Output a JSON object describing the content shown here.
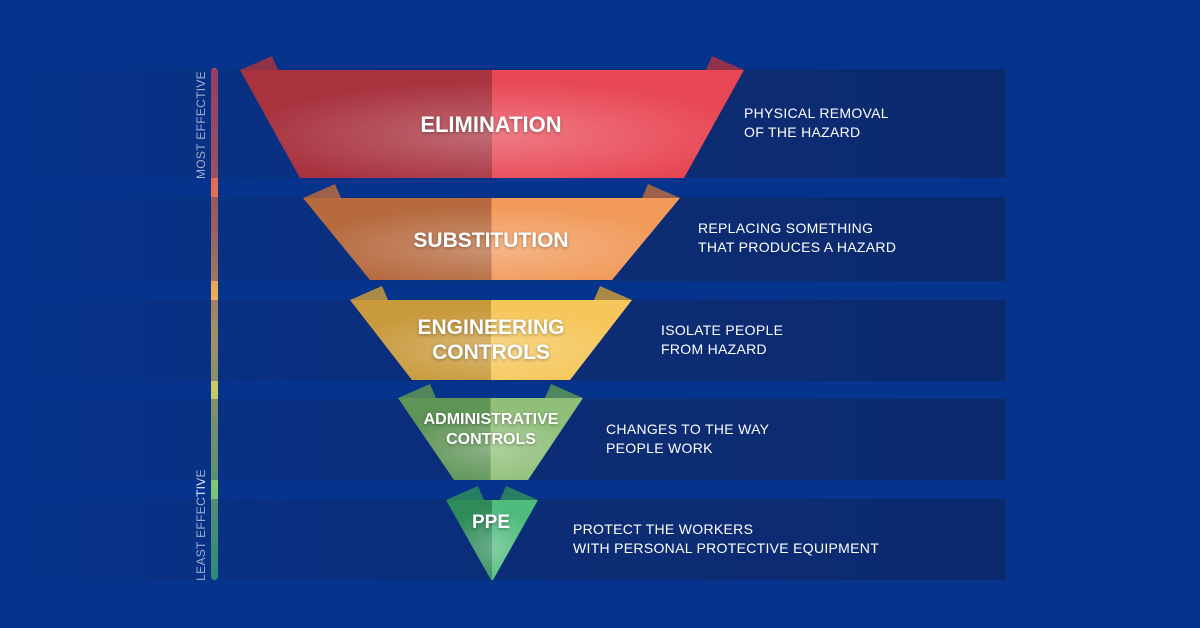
{
  "scale": {
    "top_label": "MOST EFFECTIVE",
    "bottom_label": "LEAST EFFECTIVE"
  },
  "levels": [
    {
      "title_lines": [
        "ELIMINATION"
      ],
      "desc_lines": [
        "PHYSICAL REMOVAL",
        "OF THE HAZARD"
      ],
      "color": "#e84855",
      "dark": "#a8323e"
    },
    {
      "title_lines": [
        "SUBSTITUTION"
      ],
      "desc_lines": [
        "REPLACING SOMETHING",
        "THAT PRODUCES A HAZARD"
      ],
      "color": "#f19a5a",
      "dark": "#b66a3e"
    },
    {
      "title_lines": [
        "ENGINEERING",
        "CONTROLS"
      ],
      "desc_lines": [
        "ISOLATE PEOPLE",
        "FROM HAZARD"
      ],
      "color": "#f5c65a",
      "dark": "#c99a3c"
    },
    {
      "title_lines": [
        "ADMINISTRATIVE",
        "CONTROLS"
      ],
      "desc_lines": [
        "CHANGES TO THE WAY",
        "PEOPLE WORK"
      ],
      "color": "#8fbf78",
      "dark": "#5e9455"
    },
    {
      "title_lines": [
        "PPE"
      ],
      "desc_lines": [
        "PROTECT THE WORKERS",
        "WITH PERSONAL PROTECTIVE EQUIPMENT"
      ],
      "color": "#4fbb7d",
      "dark": "#2f8c5a"
    }
  ]
}
